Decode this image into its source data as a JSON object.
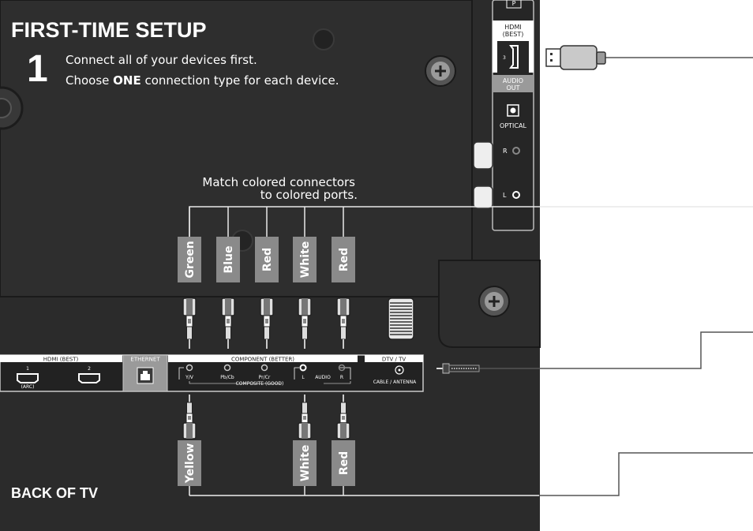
{
  "header": {
    "title": "FIRST-TIME SETUP",
    "step_number": "1",
    "line1": "Connect all of your devices first.",
    "line2_pre": "Choose ",
    "line2_bold": "ONE",
    "line2_post": " connection type for each device."
  },
  "match_note": {
    "line1": "Match colored connectors",
    "line2": "to colored ports."
  },
  "top_tags": [
    "Green",
    "Blue",
    "Red",
    "White",
    "Red"
  ],
  "bottom_tags": [
    "Yellow",
    "White",
    "Red"
  ],
  "port_panel": {
    "hdmi_header": "HDMI (BEST)",
    "hdmi1": "1",
    "hdmi1_sub": "(ARC)",
    "hdmi2": "2",
    "ethernet_header": "ETHERNET",
    "component_header": "COMPONENT (BETTER)",
    "yv": "Y/V",
    "pbcb": "Pb/Cb",
    "prcr": "Pr/Cr",
    "audio_l": "L",
    "audio": "AUDIO",
    "audio_r": "R",
    "composite": "COMPOSITE (GOOD)",
    "dtv_header": "DTV / TV",
    "cable": "CABLE / ANTENNA"
  },
  "side_panel": {
    "top_box": "P",
    "hdmi_line1": "HDMI",
    "hdmi_line2": "(BEST)",
    "hdmi3": "3",
    "audio_out_line1": "AUDIO",
    "audio_out_line2": "OUT",
    "optical": "OPTICAL",
    "r": "R",
    "l": "L"
  },
  "footer": {
    "back_label": "BACK OF TV"
  },
  "colors": {
    "tv_dark": "#2e2e2e",
    "panel_dark": "#262626",
    "tag_gray": "#8a8a8a",
    "white": "#ffffff",
    "line": "#555555"
  }
}
